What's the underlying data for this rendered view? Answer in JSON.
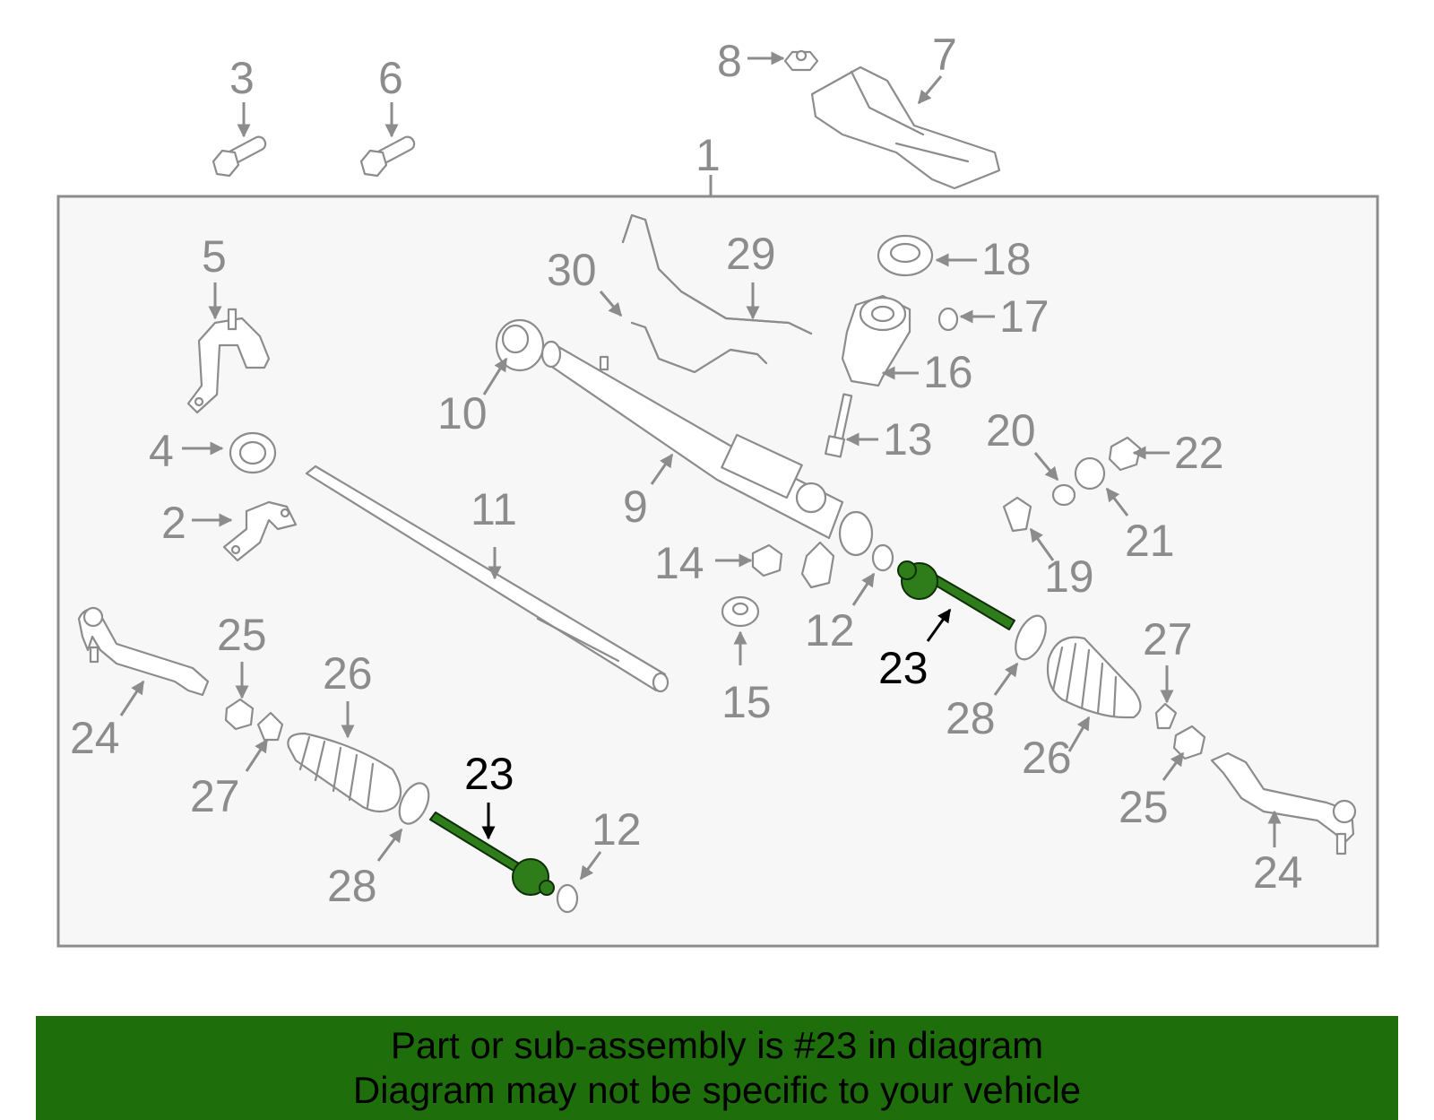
{
  "colors": {
    "background": "#ffffff",
    "frame_fill": "#f7f7f7",
    "frame_stroke": "#8c8c8c",
    "part_stroke": "#8c8c8c",
    "label_gray": "#8c8c8c",
    "highlight_label": "#000000",
    "highlight_part": "#2e7d1a",
    "banner_bg": "#1e6e0c"
  },
  "icons": [
    "arrow-icon",
    "bolt-icon",
    "nut-icon",
    "hose-icon",
    "boot-icon",
    "tie-rod-icon"
  ],
  "callouts": [
    {
      "id": "c1",
      "text": "1"
    },
    {
      "id": "c3",
      "text": "3"
    },
    {
      "id": "c6",
      "text": "6"
    },
    {
      "id": "c8",
      "text": "8"
    },
    {
      "id": "c7",
      "text": "7"
    },
    {
      "id": "c5",
      "text": "5"
    },
    {
      "id": "c4",
      "text": "4"
    },
    {
      "id": "c2",
      "text": "2"
    },
    {
      "id": "c11",
      "text": "11"
    },
    {
      "id": "c10",
      "text": "10"
    },
    {
      "id": "c30",
      "text": "30"
    },
    {
      "id": "c29",
      "text": "29"
    },
    {
      "id": "c9",
      "text": "9"
    },
    {
      "id": "c18",
      "text": "18"
    },
    {
      "id": "c17",
      "text": "17"
    },
    {
      "id": "c16",
      "text": "16"
    },
    {
      "id": "c13",
      "text": "13"
    },
    {
      "id": "c20",
      "text": "20"
    },
    {
      "id": "c22",
      "text": "22"
    },
    {
      "id": "c21",
      "text": "21"
    },
    {
      "id": "c19",
      "text": "19"
    },
    {
      "id": "c14",
      "text": "14"
    },
    {
      "id": "c15",
      "text": "15"
    },
    {
      "id": "c12a",
      "text": "12"
    },
    {
      "id": "c23a",
      "text": "23",
      "highlight": true
    },
    {
      "id": "c28a",
      "text": "28"
    },
    {
      "id": "c27a",
      "text": "27"
    },
    {
      "id": "c26a",
      "text": "26"
    },
    {
      "id": "c25a",
      "text": "25"
    },
    {
      "id": "c24a",
      "text": "24"
    },
    {
      "id": "c25b",
      "text": "25"
    },
    {
      "id": "c26b",
      "text": "26"
    },
    {
      "id": "c24b",
      "text": "24"
    },
    {
      "id": "c27b",
      "text": "27"
    },
    {
      "id": "c23b",
      "text": "23",
      "highlight": true
    },
    {
      "id": "c12b",
      "text": "12"
    },
    {
      "id": "c28b",
      "text": "28"
    }
  ],
  "banner": {
    "line1": "Part or sub-assembly is #23 in diagram",
    "line2": "Diagram may not be specific to your vehicle"
  }
}
